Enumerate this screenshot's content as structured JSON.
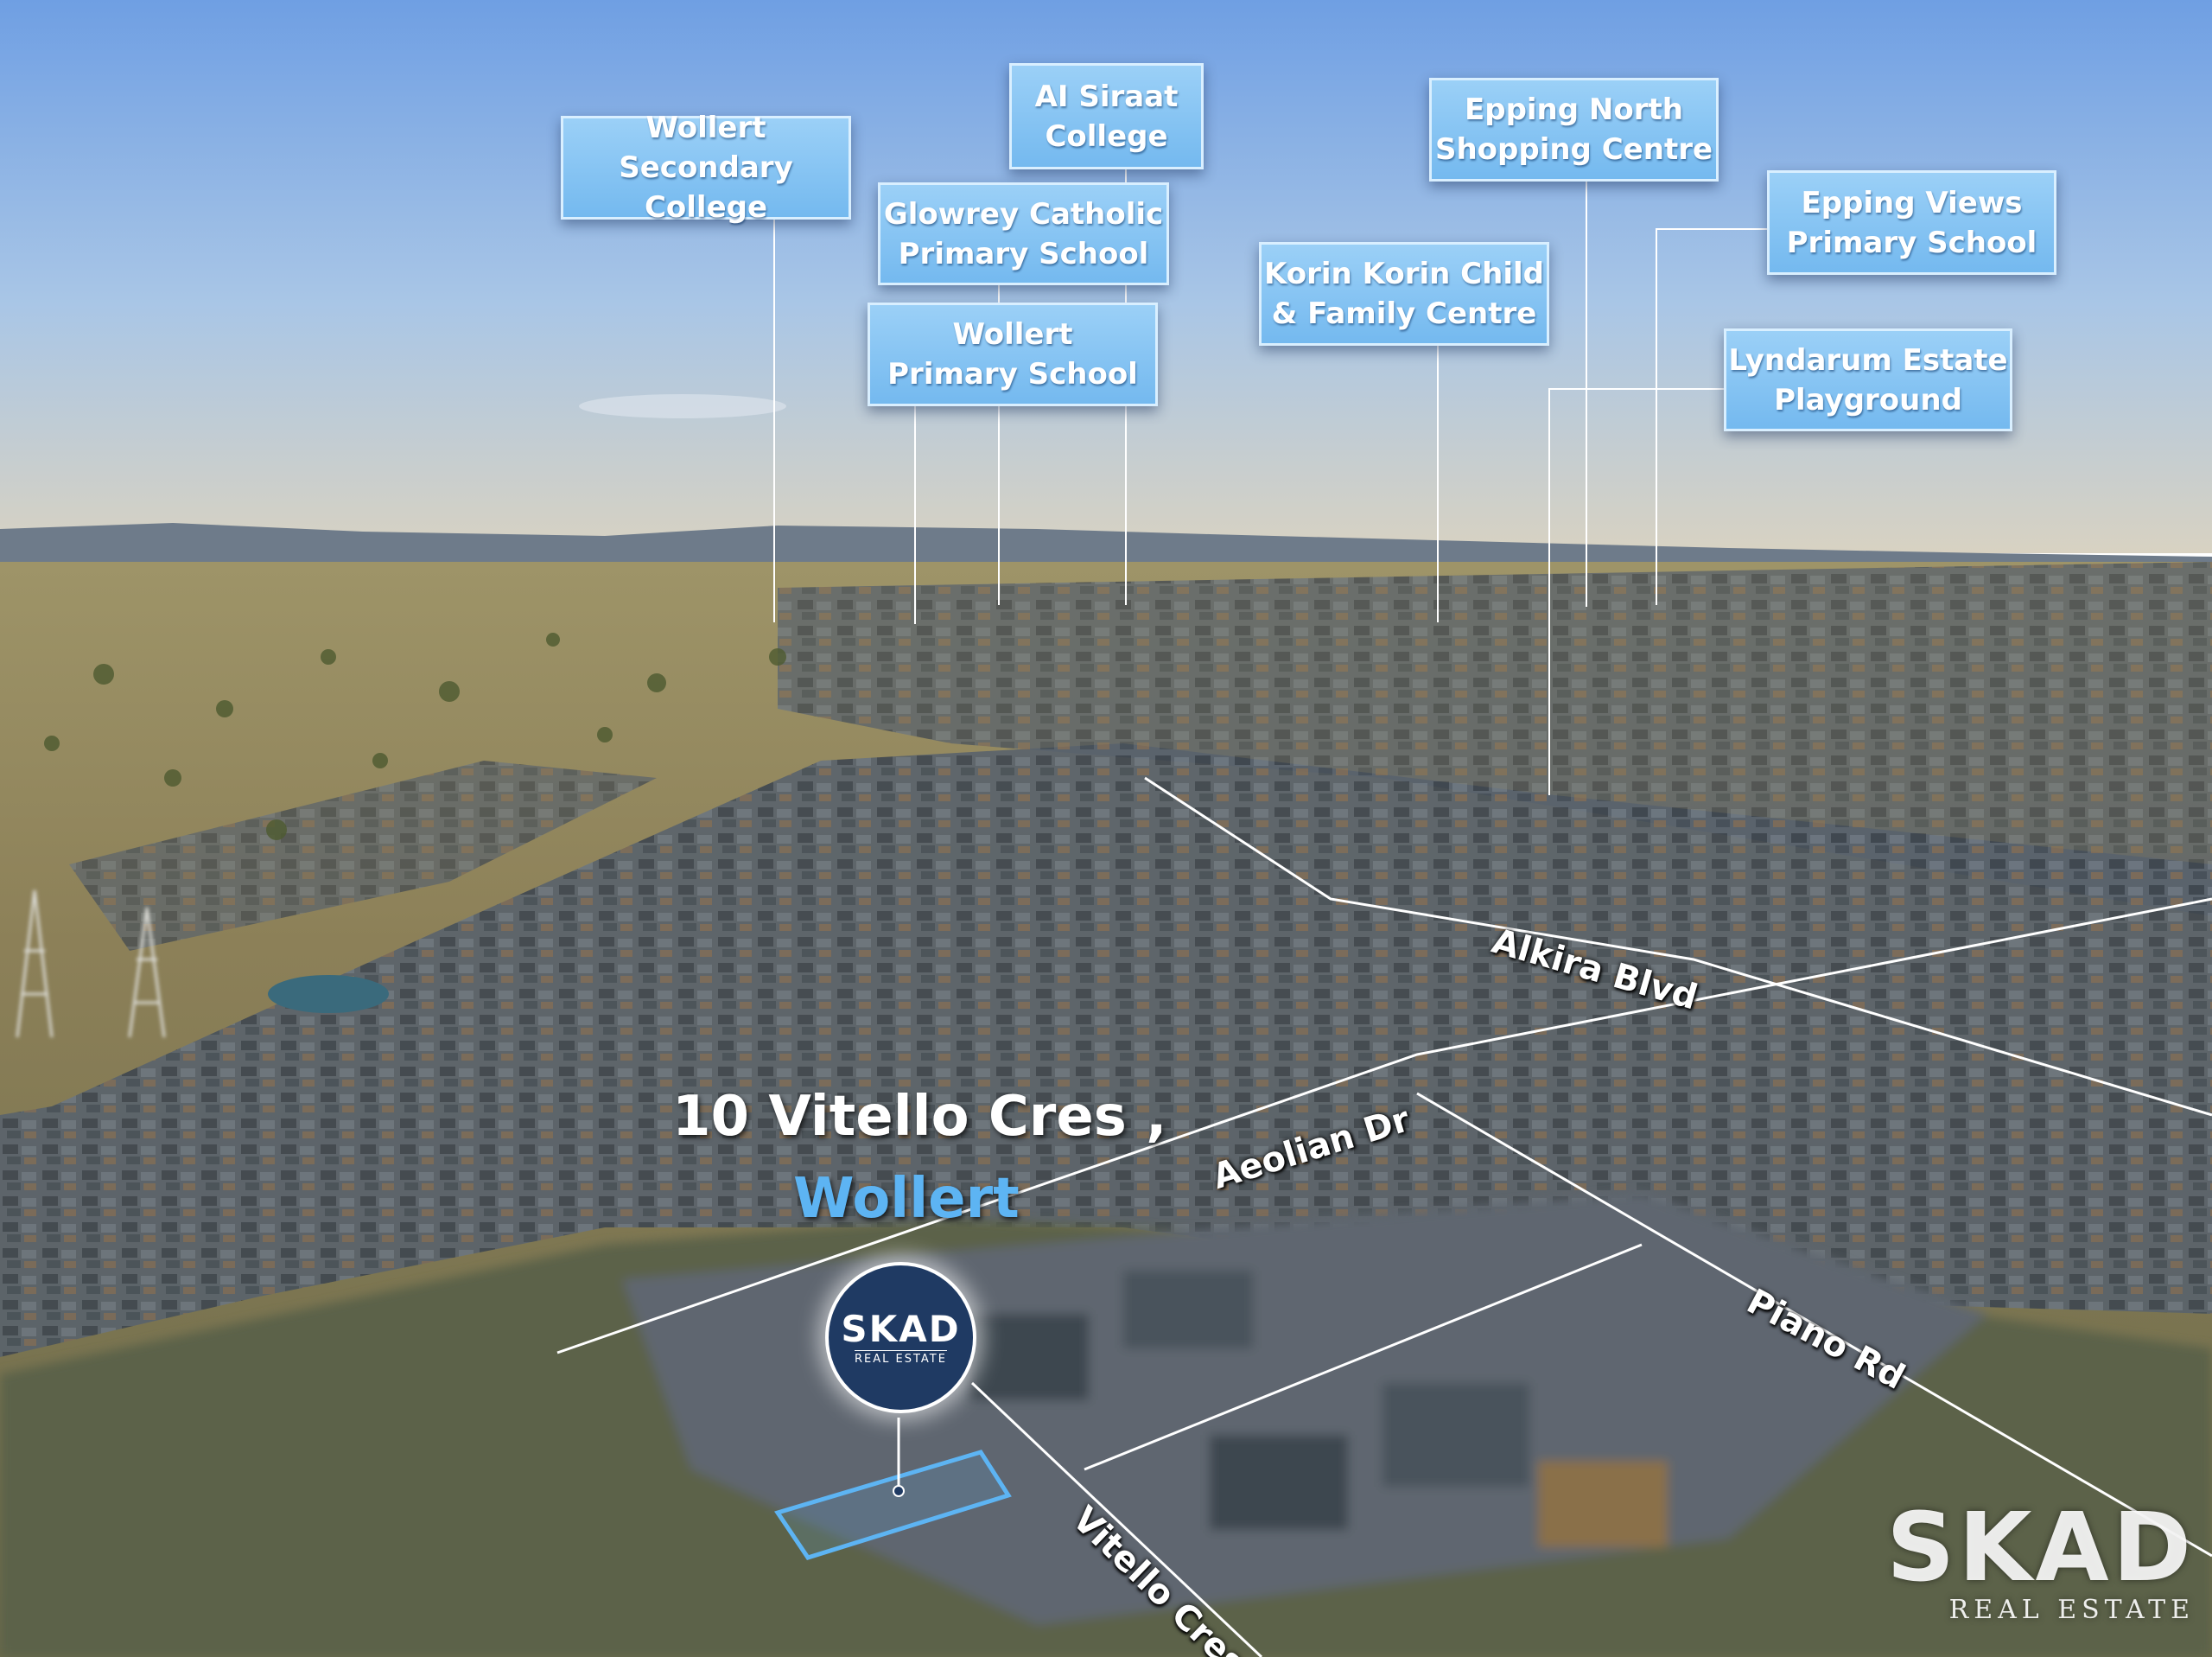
{
  "image": {
    "content": "aerial-suburb-location-map",
    "colors": {
      "sky_top": "#6f9fe3",
      "sky_mid": "#a9c6e6",
      "sky_horizon": "#d8d2c2",
      "label_fill": "#86c5f2",
      "label_text": "#ffffff",
      "accent_blue": "#5db4f3",
      "badge_navy": "#1f3a63"
    }
  },
  "labels": [
    {
      "id": "wollert-secondary-college",
      "lines": [
        "Wollert",
        "Secondary College"
      ]
    },
    {
      "id": "al-siraat-college",
      "lines": [
        "AI Siraat",
        "College"
      ]
    },
    {
      "id": "glowrey-catholic-primary",
      "lines": [
        "Glowrey Catholic",
        "Primary School"
      ]
    },
    {
      "id": "wollert-primary-school",
      "lines": [
        "Wollert",
        "Primary School"
      ]
    },
    {
      "id": "korin-korin",
      "lines": [
        "Korin Korin Child",
        "& Family Centre"
      ]
    },
    {
      "id": "epping-north-shopping",
      "lines": [
        "Epping North",
        "Shopping Centre"
      ]
    },
    {
      "id": "epping-views-primary",
      "lines": [
        "Epping Views",
        "Primary School"
      ]
    },
    {
      "id": "lyndarum-playground",
      "lines": [
        "Lyndarum Estate",
        "Playground"
      ]
    }
  ],
  "roads": {
    "alkira": "Alkira Blvd",
    "aeolian": "Aeolian Dr",
    "piano": "Piano Rd",
    "vitello": "Vitello Cres"
  },
  "address": {
    "line1": "10 Vitello Cres ,",
    "line2": "Wollert"
  },
  "badge": {
    "name": "SKAD",
    "sub": "REAL ESTATE"
  },
  "watermark": {
    "name": "SKAD",
    "sub": "REAL ESTATE"
  }
}
